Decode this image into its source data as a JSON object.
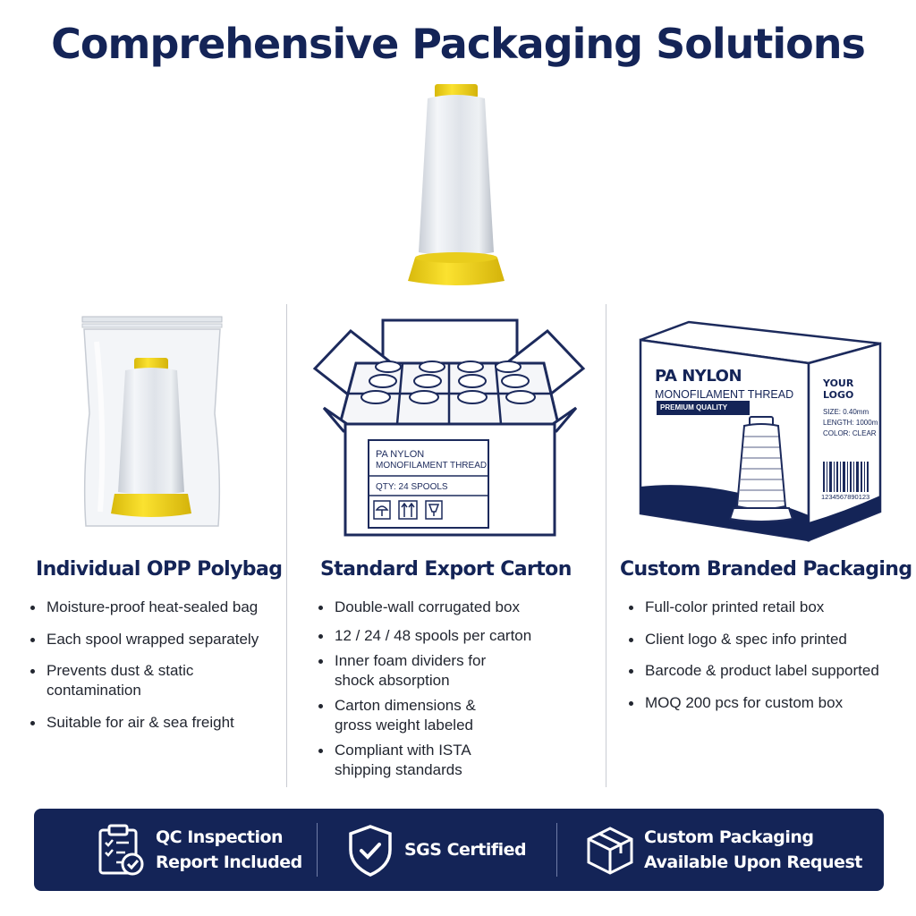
{
  "header": {
    "title": "Comprehensive Packaging Solutions"
  },
  "columns": [
    {
      "title": "Individual OPP Polybag",
      "bullets": [
        "Moisture-proof heat-sealed bag",
        "Each spool wrapped separately",
        "Prevents dust & static contamination",
        "Suitable for air & sea freight"
      ]
    },
    {
      "title": "Standard Export Carton",
      "bullets": [
        "Double-wall corrugated box",
        "12 / 24 / 48 spools per carton",
        "Inner foam dividers for shock absorption",
        "Carton dimensions & gross weight labeled",
        "Compliant with ISTA shipping standards"
      ],
      "carton_label": {
        "line1": "PA NYLON",
        "line2": "MONOFILAMENT THREAD",
        "qty": "QTY:  24 SPOOLS"
      }
    },
    {
      "title": "Custom Branded Packaging",
      "bullets": [
        "Full-color printed retail box",
        "Client logo & spec info printed",
        "Barcode & product label supported",
        "MOQ 200 pcs for custom box"
      ],
      "box": {
        "line1": "PA NYLON",
        "line2": "MONOFILAMENT THREAD",
        "badge": "PREMIUM QUALITY",
        "logo": "YOUR LOGO",
        "size": "SIZE: 0.40mm",
        "length": "LENGTH: 1000m",
        "color": "COLOR: CLEAR",
        "barcode_number": "1234567890123"
      }
    }
  ],
  "banner": {
    "items": [
      {
        "icon": "clipboard-check-icon",
        "line1": "QC Inspection",
        "line2": "Report Included"
      },
      {
        "icon": "shield-check-icon",
        "line1": "SGS Certified"
      },
      {
        "icon": "package-box-icon",
        "line1": "Custom Packaging",
        "line2": "Available Upon Request"
      }
    ]
  },
  "colors": {
    "navy": "#142457",
    "spool_yellow": "#f2d31c",
    "text": "#222630",
    "divider": "#c9ccd3"
  }
}
